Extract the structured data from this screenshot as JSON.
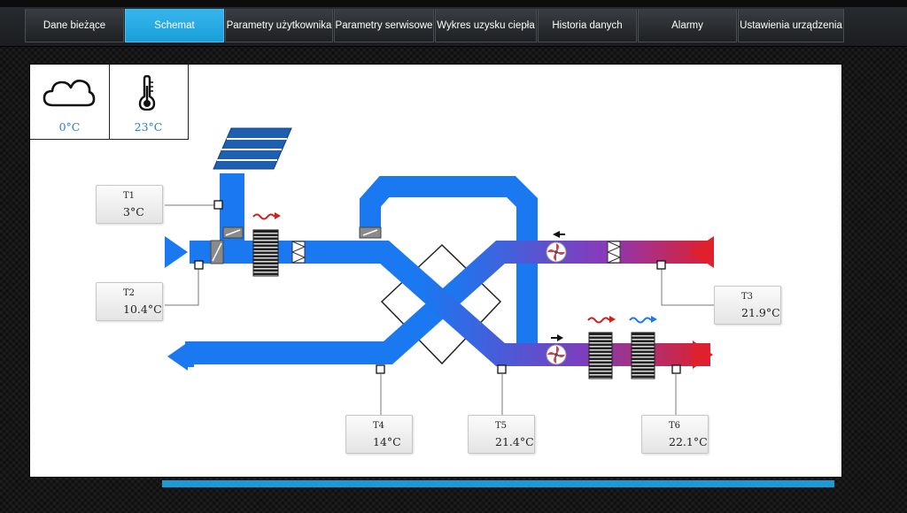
{
  "nav": {
    "tabs": [
      {
        "label": "Dane bieżące",
        "active": false
      },
      {
        "label": "Schemat",
        "active": true
      },
      {
        "label": "Parametry użytkownika",
        "active": false
      },
      {
        "label": "Parametry serwisowe",
        "active": false
      },
      {
        "label": "Wykres uzysku ciepła",
        "active": false
      },
      {
        "label": "Historia danych",
        "active": false
      },
      {
        "label": "Alarmy",
        "active": false
      },
      {
        "label": "Ustawienia urządzenia",
        "active": false
      }
    ]
  },
  "outdoor": {
    "temperature": "0°C",
    "icon": "cloud-icon"
  },
  "indoor": {
    "temperature": "23°C",
    "icon": "thermometer-icon"
  },
  "sensors": [
    {
      "id": "T1",
      "value": "3°C"
    },
    {
      "id": "T2",
      "value": "10.4°C"
    },
    {
      "id": "T3",
      "value": "21.9°C"
    },
    {
      "id": "T4",
      "value": "14°C"
    },
    {
      "id": "T5",
      "value": "21.4°C"
    },
    {
      "id": "T6",
      "value": "22.1°C"
    }
  ],
  "colors": {
    "cold": "#1a78f0",
    "hot": "#e0202a",
    "accent": "#1c9ad6"
  }
}
